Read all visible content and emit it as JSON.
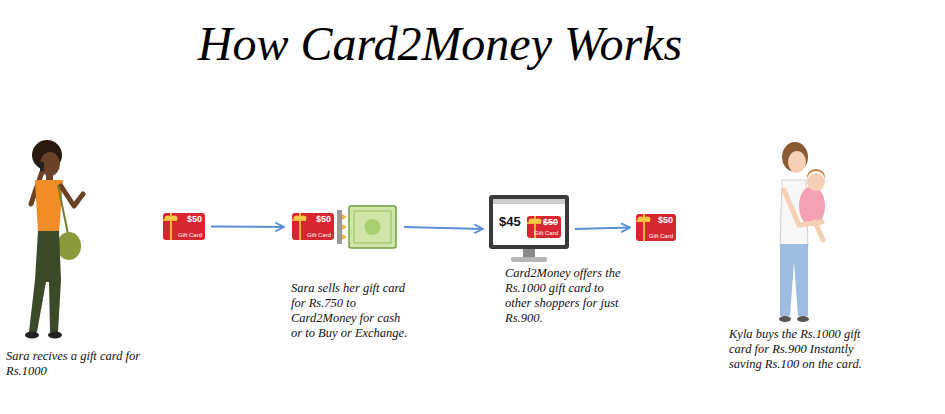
{
  "diagram": {
    "title": "How Card2Money Works",
    "nodes": [
      {
        "text": [
          "$50",
          "Gift Card"
        ]
      },
      {
        "text": [
          "$50",
          "Gift Card"
        ]
      },
      {
        "text": [
          "$45"
        ]
      },
      {
        "text": [
          "$50",
          "Gift Card"
        ],
        "in": 2
      },
      {
        "text": [
          "$50",
          "Gift Card"
        ]
      }
    ],
    "edges": [
      {
        "from": 0,
        "to": 1,
        "arrow": "to"
      },
      {
        "from": 1,
        "to": 2,
        "arrow": "to"
      },
      {
        "from": 2,
        "to": 4,
        "arrow": "to"
      }
    ],
    "labels": [
      "Sara recives a gift card for Rs.1000",
      "Sara sells her gift card for Rs.750 to Card2Money for cash or to Buy or Exchange.",
      "Card2Money offers the Rs.1000 gift card to other shoppers for just Rs.900.",
      "Kyla buys the Rs.1000 gift card for Rs.900 Instantly saving Rs.100 on the card."
    ]
  }
}
